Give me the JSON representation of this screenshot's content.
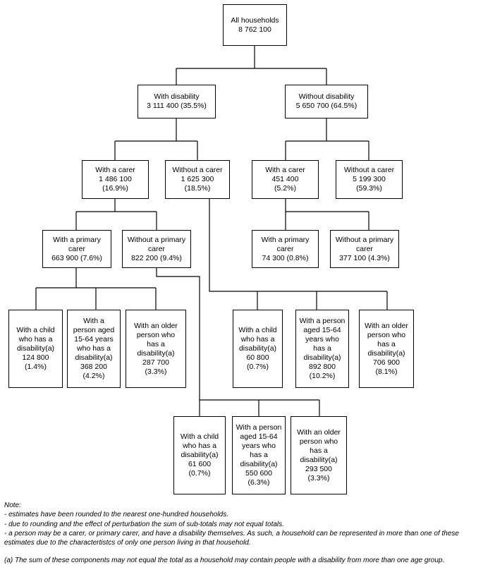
{
  "nodes": {
    "all": [
      "All households",
      "8 762 100"
    ],
    "with_dis": [
      "With disability",
      "3 111 400 (35.5%)"
    ],
    "without_dis": [
      "Without disability",
      "5 650 700 (64.5%)"
    ],
    "wd_with_carer": [
      "With a carer",
      "1 486 100",
      "(16.9%)"
    ],
    "wd_without_carer": [
      "Without a carer",
      "1 625 300",
      "(18.5%)"
    ],
    "nd_with_carer": [
      "With a carer",
      "451 400",
      "(5.2%)"
    ],
    "nd_without_carer": [
      "Without a carer",
      "5 199 300",
      "(59.3%)"
    ],
    "wd_primary": [
      "With a primary",
      "carer",
      "663 900 (7.6%)"
    ],
    "wd_no_primary": [
      "Without a primary",
      "carer",
      "822 200 (9.4%)"
    ],
    "nd_primary": [
      "With a primary",
      "carer",
      "74 300 (0.8%)"
    ],
    "nd_no_primary": [
      "Without a primary",
      "carer",
      "377 100 (4.3%)"
    ],
    "p_child": [
      "With a child",
      "who has a",
      "disability(a)",
      "124 800",
      "(1.4%)"
    ],
    "p_person": [
      "With a",
      "person aged",
      "15-64 years",
      "who has a",
      "disability(a)",
      "368 200",
      "(4.2%)"
    ],
    "p_older": [
      "With an older",
      "person who",
      "has a",
      "disability(a)",
      "287 700",
      "(3.3%)"
    ],
    "nc_child": [
      "With a child",
      "who has a",
      "disability(a)",
      "60 800",
      "(0.7%)"
    ],
    "nc_person": [
      "With a person",
      "aged 15-64",
      "years who",
      "has a",
      "disability(a)",
      "892 800",
      "(10.2%)"
    ],
    "nc_older": [
      "With an older",
      "person who",
      "has a",
      "disability(a)",
      "706 900",
      "(8.1%)"
    ],
    "np_child": [
      "With a child",
      "who has a",
      "disability(a)",
      "61 600",
      "(0.7%)"
    ],
    "np_person": [
      "With a person",
      "aged 15-64",
      "years who",
      "has a",
      "disability(a)",
      "550 600",
      "(6.3%)"
    ],
    "np_older": [
      "With an older",
      "person who",
      "has a",
      "disability(a)",
      "293 500",
      "(3.3%)"
    ]
  },
  "notes": {
    "heading": "Note:",
    "lines": [
      "- estimates have been rounded to the nearest one-hundred households.",
      "- due to rounding and the effect of perturbation the sum of sub-totals may not equal totals.",
      "- a person may be a carer, or primary carer, and have a disability themselves. As such, a household can be represented in more than one of these",
      "estimates due to the charactertistcs of only one person living in that household."
    ],
    "footnote": "(a) The sum of these components may not equal the total as a household may contain people with a disability from more than one age group."
  }
}
